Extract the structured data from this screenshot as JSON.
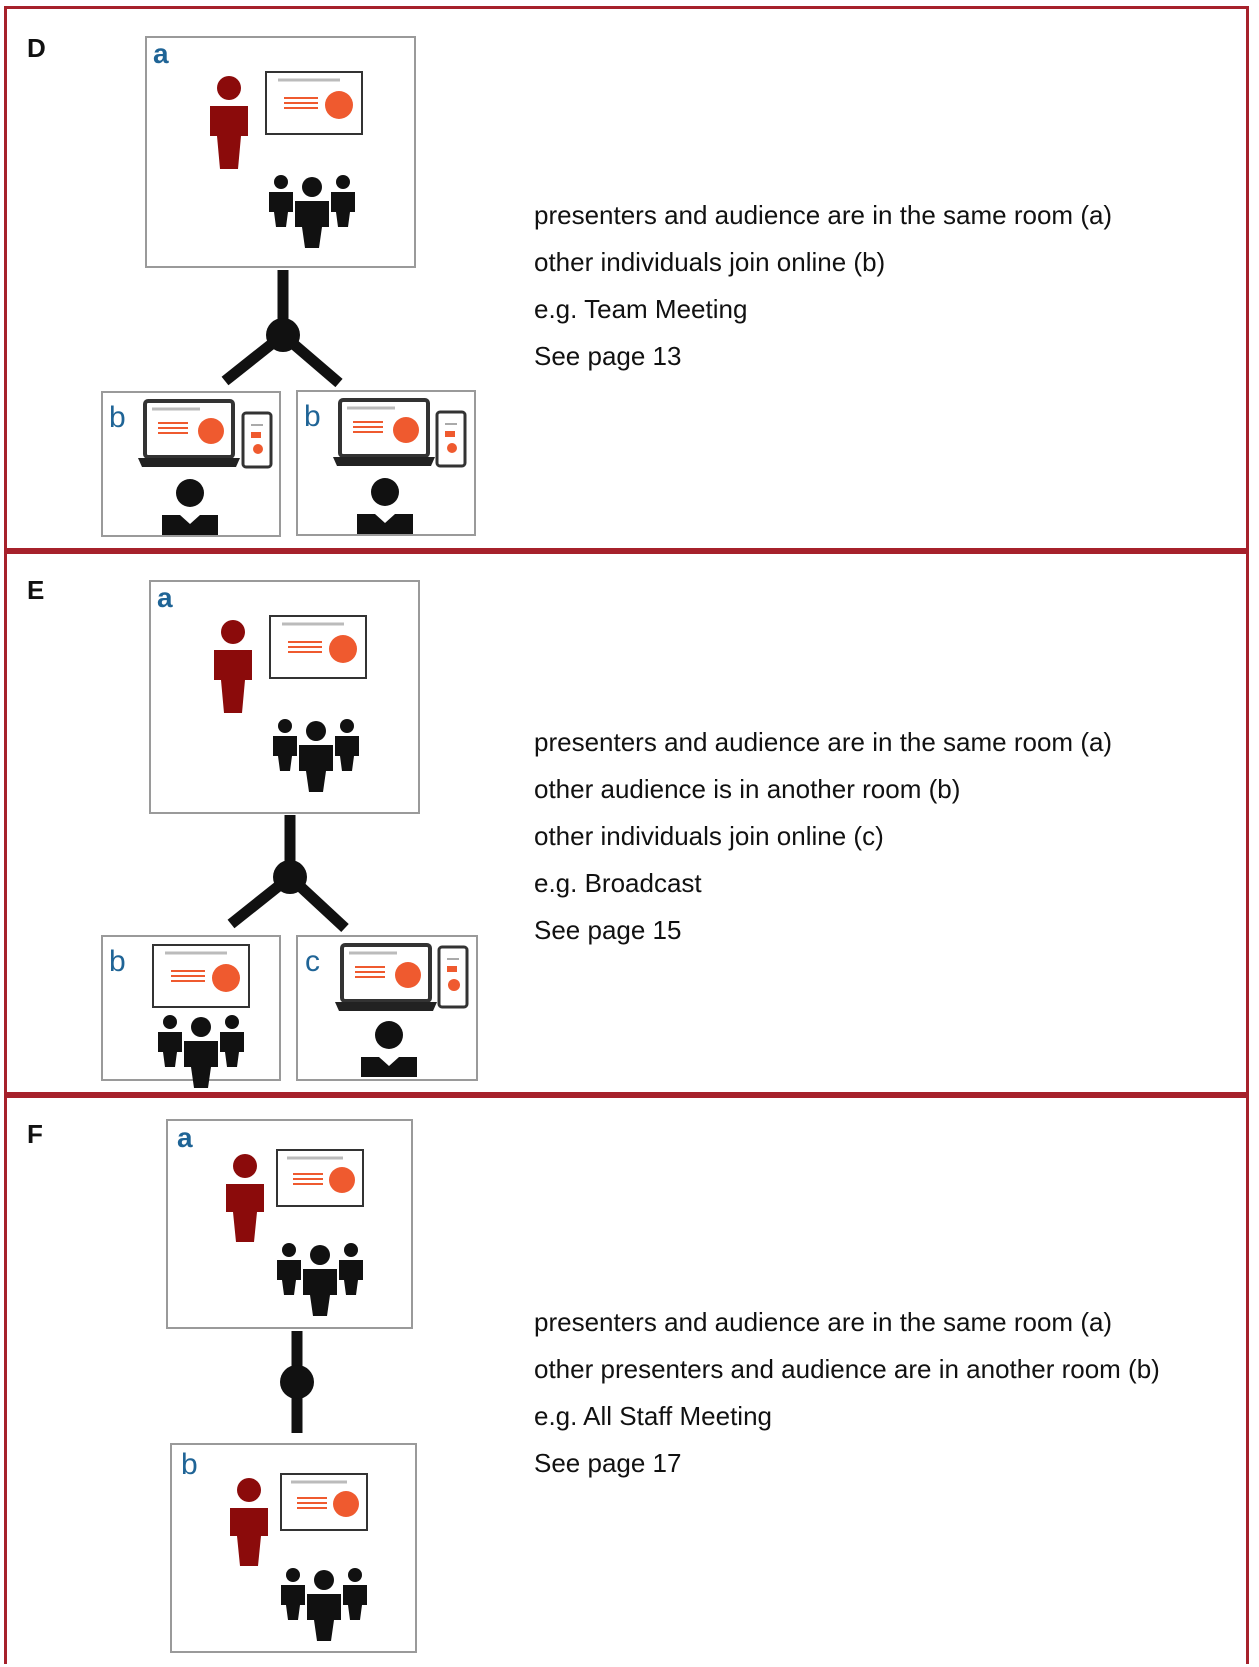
{
  "colors": {
    "frame": "#a6212b",
    "presenter": "#8b0b0b",
    "accent": "#ef5a2f",
    "label": "#1f6496",
    "room_border": "#9a9a9a"
  },
  "panels": [
    {
      "letter": "D",
      "lines": [
        "presenters and audience are in the same room (a)",
        "other individuals join online (b)",
        "e.g. Team Meeting",
        "See page 13"
      ],
      "rooms": [
        {
          "label": "a",
          "content": "presenter-screen-audience"
        },
        {
          "label": "b",
          "content": "laptop-phone-individual"
        },
        {
          "label": "b",
          "content": "laptop-phone-individual"
        }
      ]
    },
    {
      "letter": "E",
      "lines": [
        "presenters and audience are in the same room (a)",
        "other audience is in another room (b)",
        "other individuals join online (c)",
        "e.g. Broadcast",
        "See page 15"
      ],
      "rooms": [
        {
          "label": "a",
          "content": "presenter-screen-audience"
        },
        {
          "label": "b",
          "content": "screen-audience"
        },
        {
          "label": "c",
          "content": "laptop-phone-individual"
        }
      ]
    },
    {
      "letter": "F",
      "lines": [
        "presenters and audience are in the same room (a)",
        "other presenters and audience are in another room (b)",
        "e.g. All Staff Meeting",
        "See page 17"
      ],
      "rooms": [
        {
          "label": "a",
          "content": "presenter-screen-audience"
        },
        {
          "label": "b",
          "content": "presenter-screen-audience"
        }
      ]
    }
  ]
}
